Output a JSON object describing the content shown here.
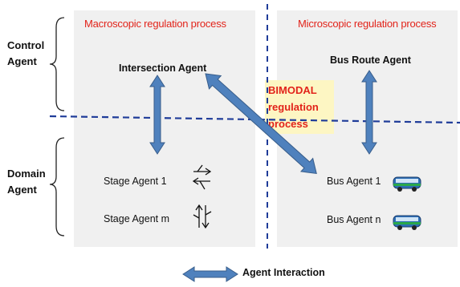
{
  "left_panel": {
    "title": "Macroscopic regulation process",
    "control": "Intersection Agent",
    "stage_first": "Stage Agent 1",
    "stage_last": "Stage Agent m"
  },
  "right_panel": {
    "title": "Microscopic regulation process",
    "control": "Bus Route Agent",
    "bus_first": "Bus Agent 1",
    "bus_last": "Bus Agent n"
  },
  "side_labels": {
    "control_line1": "Control",
    "control_line2": "Agent",
    "domain_line1": "Domain",
    "domain_line2": "Agent"
  },
  "bimodal": {
    "line1": "BIMODAL",
    "line2": "regulation",
    "line3": "process"
  },
  "legend": {
    "label": "Agent Interaction"
  },
  "colors": {
    "arrow_fill": "#4f81bd",
    "arrow_stroke": "#385d8a",
    "dashed_line": "#1f3c99",
    "title_red": "#e2231a",
    "panel_bg": "#f0f0f0",
    "bimodal_bg": "#fdf6c3"
  }
}
